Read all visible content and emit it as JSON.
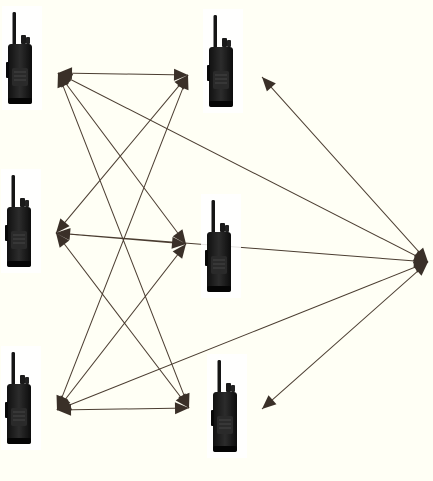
{
  "diagram": {
    "background": "#fffff5",
    "line_color": "#4a3c30",
    "arrowhead_color": "#3a3028",
    "device_icon": "walkie-talkie-icon",
    "devices": [
      {
        "id": "radio-top-left"
      },
      {
        "id": "radio-mid-left"
      },
      {
        "id": "radio-bottom-left"
      },
      {
        "id": "radio-top-right"
      },
      {
        "id": "radio-mid-right"
      },
      {
        "id": "radio-bottom-right"
      }
    ],
    "hub": {
      "id": "far-right-node"
    },
    "links": [
      [
        "radio-top-left",
        "radio-top-right"
      ],
      [
        "radio-top-left",
        "radio-mid-right"
      ],
      [
        "radio-top-left",
        "radio-bottom-right"
      ],
      [
        "radio-top-left",
        "far-right-node"
      ],
      [
        "radio-mid-left",
        "radio-top-right"
      ],
      [
        "radio-mid-left",
        "radio-mid-right"
      ],
      [
        "radio-mid-left",
        "radio-bottom-right"
      ],
      [
        "radio-mid-left",
        "far-right-node"
      ],
      [
        "radio-bottom-left",
        "radio-top-right"
      ],
      [
        "radio-bottom-left",
        "radio-mid-right"
      ],
      [
        "radio-bottom-left",
        "radio-bottom-right"
      ],
      [
        "radio-bottom-left",
        "far-right-node"
      ],
      [
        "radio-top-right",
        "far-right-node"
      ],
      [
        "radio-bottom-right",
        "far-right-node"
      ]
    ]
  }
}
